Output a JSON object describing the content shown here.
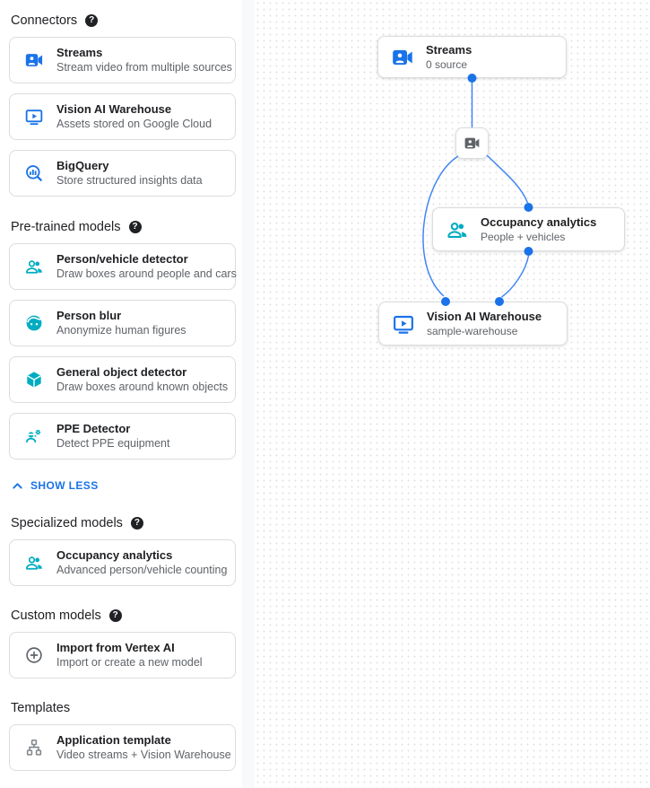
{
  "colors": {
    "accent_blue": "#1a73e8",
    "edge_blue": "#4285f4",
    "teal": "#00acc1",
    "icon_gray": "#5f6368",
    "card_border": "#dadce0"
  },
  "icons": {
    "help_glyph": "?"
  },
  "sidebar": {
    "sections": [
      {
        "heading": "Connectors",
        "items": [
          {
            "icon": "video-camera-front-icon",
            "title": "Streams",
            "subtitle": "Stream video from multiple sources"
          },
          {
            "icon": "smart-display-icon",
            "title": "Vision AI Warehouse",
            "subtitle": "Assets stored on Google Cloud"
          },
          {
            "icon": "bigquery-icon",
            "title": "BigQuery",
            "subtitle": "Store structured insights data"
          }
        ]
      },
      {
        "heading": "Pre-trained models",
        "show_less_label": "SHOW LESS",
        "items": [
          {
            "icon": "people-icon",
            "title": "Person/vehicle detector",
            "subtitle": "Draw boxes around people and cars"
          },
          {
            "icon": "face-icon",
            "title": "Person blur",
            "subtitle": "Anonymize human figures"
          },
          {
            "icon": "cube-icon",
            "title": "General object detector",
            "subtitle": "Draw boxes around known objects"
          },
          {
            "icon": "ppe-icon",
            "title": "PPE Detector",
            "subtitle": "Detect PPE equipment"
          }
        ]
      },
      {
        "heading": "Specialized models",
        "items": [
          {
            "icon": "people-icon",
            "title": "Occupancy analytics",
            "subtitle": "Advanced person/vehicle counting"
          }
        ]
      },
      {
        "heading": "Custom models",
        "items": [
          {
            "icon": "add-circle-icon",
            "title": "Import from Vertex AI",
            "subtitle": "Import or create a new model"
          }
        ]
      },
      {
        "heading": "Templates",
        "items": [
          {
            "icon": "flow-tree-icon",
            "title": "Application template",
            "subtitle": "Video streams + Vision Warehouse"
          }
        ]
      }
    ]
  },
  "canvas": {
    "nodes": {
      "streams": {
        "icon": "video-camera-front-icon",
        "title": "Streams",
        "subtitle": "0 source"
      },
      "stream_source": {
        "icon": "video-camera-front-icon"
      },
      "occupancy": {
        "icon": "people-icon",
        "title": "Occupancy analytics",
        "subtitle": "People + vehicles"
      },
      "warehouse": {
        "icon": "smart-display-icon",
        "title": "Vision AI Warehouse",
        "subtitle": "sample-warehouse"
      }
    }
  }
}
